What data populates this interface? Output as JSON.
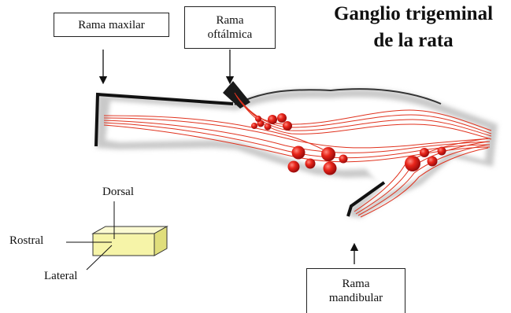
{
  "title": {
    "line1": "Ganglio trigeminal",
    "line2": "de la rata"
  },
  "labels": {
    "maxilar": "Rama maxilar",
    "oftalmica_line1": "Rama",
    "oftalmica_line2": "oftálmica",
    "mandibular_line1": "Rama",
    "mandibular_line2": "mandibular"
  },
  "orientation": {
    "dorsal": "Dorsal",
    "rostral": "Rostral",
    "lateral": "Lateral"
  },
  "colors": {
    "nerve_fiber": "#e0321e",
    "neuron": "#e01010",
    "ganglion_outline": "#111111",
    "orientation_cube": "#f6f4a8"
  }
}
